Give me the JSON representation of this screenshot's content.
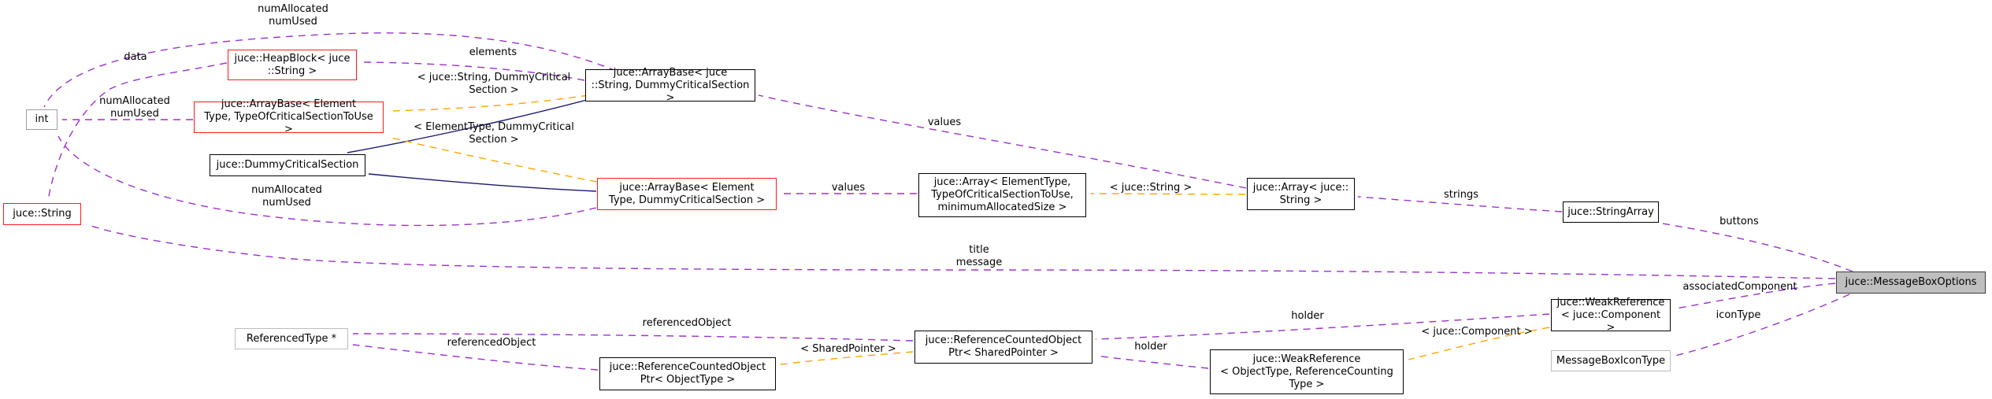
{
  "diagram": {
    "type": "class-collaboration-graph",
    "subject": "juce::MessageBoxOptions",
    "colors": {
      "member_edge": "#9a32cd",
      "template_edge": "#ffa500",
      "inheritance_edge": "#191970",
      "template_node_border": "#ff1a1a",
      "node_border": "#000000",
      "external_node_border": "#bdbdbd",
      "current_node_fill": "#bfbfbf",
      "background": "#ffffff"
    },
    "nodes": {
      "int": {
        "label": "int"
      },
      "heap_block": {
        "label": "juce::HeapBlock< juce\n::String >"
      },
      "arraybase_generic": {
        "label": "juce::ArrayBase< Element\nType, TypeOfCriticalSectionToUse >"
      },
      "dummy_critical_section": {
        "label": "juce::DummyCriticalSection"
      },
      "string": {
        "label": "juce::String"
      },
      "arraybase_string": {
        "label": "juce::ArrayBase< juce\n::String, DummyCriticalSection >"
      },
      "arraybase_element_dummy": {
        "label": "juce::ArrayBase< Element\nType, DummyCriticalSection >"
      },
      "array_generic": {
        "label": "juce::Array< ElementType,\nTypeOfCriticalSectionToUse,\nminimumAllocatedSize >"
      },
      "array_string": {
        "label": "juce::Array< juce::\nString >"
      },
      "string_array": {
        "label": "juce::StringArray"
      },
      "message_box_options": {
        "label": "juce::MessageBoxOptions"
      },
      "weak_reference_component": {
        "label": "juce::WeakReference\n< juce::Component >"
      },
      "message_box_icon_type": {
        "label": "MessageBoxIconType"
      },
      "referenced_type": {
        "label": "ReferencedType *"
      },
      "ref_counted_ptr_shared": {
        "label": "juce::ReferenceCountedObject\nPtr< SharedPointer >"
      },
      "weak_reference_generic": {
        "label": "juce::WeakReference\n< ObjectType, ReferenceCounting\nType >"
      },
      "ref_counted_ptr_object": {
        "label": "juce::ReferenceCountedObject\nPtr< ObjectType >"
      }
    },
    "edge_labels": {
      "num_top": "numAllocated\nnumUsed",
      "data": "data",
      "elements": "elements",
      "num_mid": "numAllocated\nnumUsed",
      "num_bottom": "numAllocated\nnumUsed",
      "tmpl_string_dummy": "< juce::String, DummyCritical\nSection >",
      "tmpl_element_dummy": "< ElementType, DummyCritical\nSection >",
      "values_upper": "values",
      "values_lower": "values",
      "tmpl_juce_string": "< juce::String >",
      "strings": "strings",
      "buttons": "buttons",
      "title_message": "title\nmessage",
      "associated_component": "associatedComponent",
      "icon_type": "iconType",
      "holder_upper": "holder",
      "holder_lower": "holder",
      "tmpl_juce_component": "< juce::Component >",
      "referenced_object_upper": "referencedObject",
      "referenced_object_lower": "referencedObject",
      "tmpl_shared_pointer": "< SharedPointer >"
    }
  }
}
